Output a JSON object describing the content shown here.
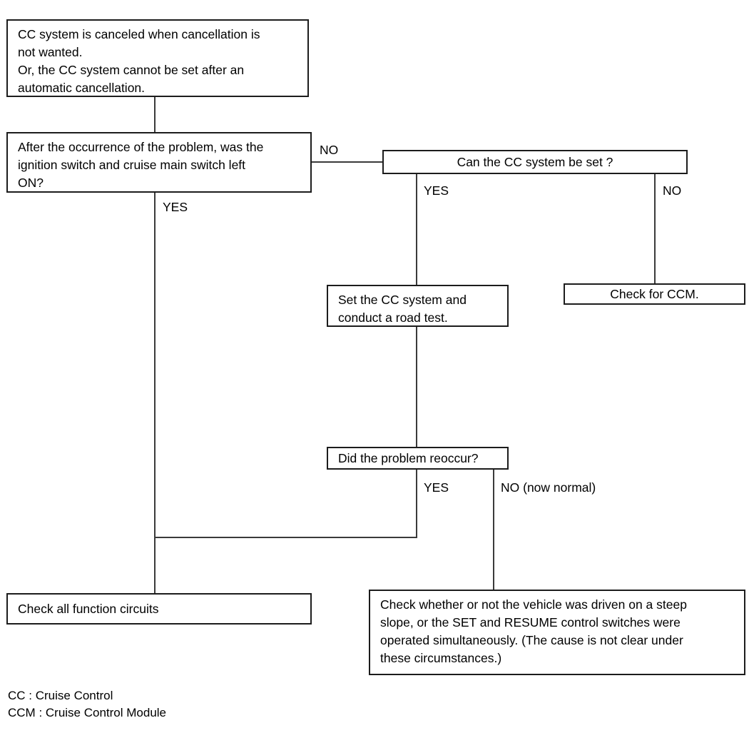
{
  "diagram": {
    "title": "Cruise Control troubleshooting flowchart",
    "line_color": "#3a3a3a",
    "box_border_color": "#1c1c1c",
    "background": "#ffffff",
    "nodes": {
      "symptom": "CC system is canceled when cancellation is\nnot wanted.\nOr, the CC system cannot be set after an\nautomatic cancellation.",
      "question_switch_left_on": "After the occurrence of the problem, was the\nignition switch and cruise main switch left\nON?",
      "question_can_set": "Can the CC system be set ?",
      "check_ccm": "Check for CCM.",
      "set_and_road_test": "Set the CC system and\nconduct a road test.",
      "question_reoccur": "Did the problem reoccur?",
      "check_all_circuits": "Check all function circuits",
      "check_steep_slope": "Check whether or not the vehicle was driven on a steep\nslope, or the SET and RESUME control switches were\noperated simultaneously. (The cause is not clear under\nthese circumstances.)"
    },
    "branch_labels": {
      "switch_no": "NO",
      "switch_yes": "YES",
      "can_set_yes": "YES",
      "can_set_no": "NO",
      "reoccur_yes": "YES",
      "reoccur_no": "NO (now normal)"
    },
    "legend": "CC : Cruise Control\nCCM : Cruise Control Module"
  }
}
